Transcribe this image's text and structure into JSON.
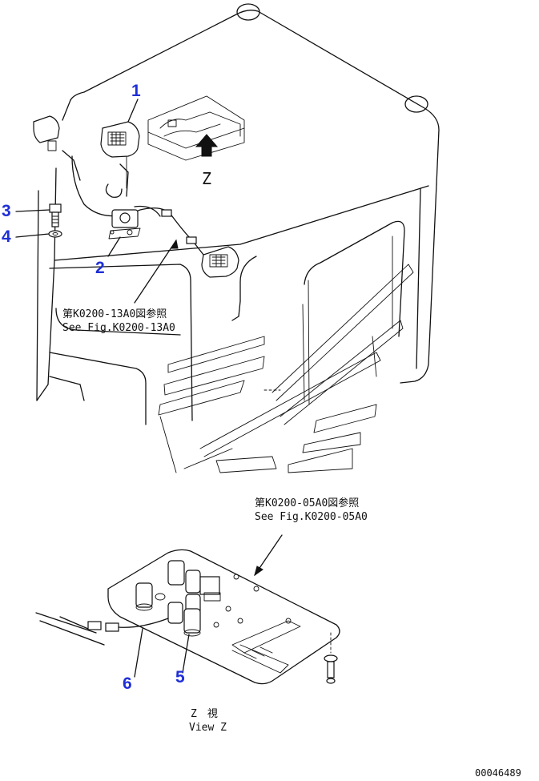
{
  "callouts": [
    {
      "id": "1",
      "text": "1"
    },
    {
      "id": "2",
      "text": "2"
    },
    {
      "id": "3",
      "text": "3"
    },
    {
      "id": "4",
      "text": "4"
    },
    {
      "id": "5",
      "text": "5"
    },
    {
      "id": "6",
      "text": "6"
    }
  ],
  "view_arrow_label": "Z",
  "refs": {
    "upper_jp": "第K0200-13A0図参照",
    "upper_en": "See Fig.K0200-13A0",
    "lower_jp": "第K0200-05A0図参照",
    "lower_en": "See Fig.K0200-05A0"
  },
  "view_title": {
    "jp": "Z　視",
    "en": "View Z"
  },
  "drawing_number": "00046489",
  "colors": {
    "callout": "#1f2fd6",
    "line": "#111111"
  }
}
